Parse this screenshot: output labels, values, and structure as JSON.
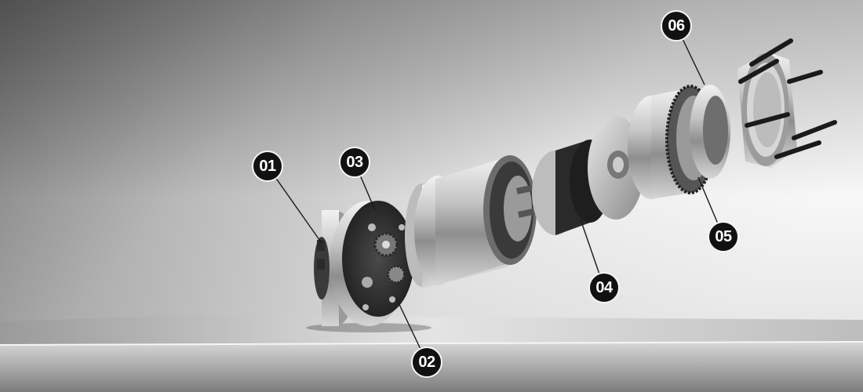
{
  "callouts": [
    {
      "label": "01"
    },
    {
      "label": "02"
    },
    {
      "label": "03"
    },
    {
      "label": "04"
    },
    {
      "label": "05"
    },
    {
      "label": "06"
    }
  ],
  "colors": {
    "callout_fill": "#111111",
    "callout_text": "#ffffff",
    "leader_line": "#1a1a1a",
    "background_light": "#f2f2f2",
    "background_dark": "#6e6e6e"
  }
}
